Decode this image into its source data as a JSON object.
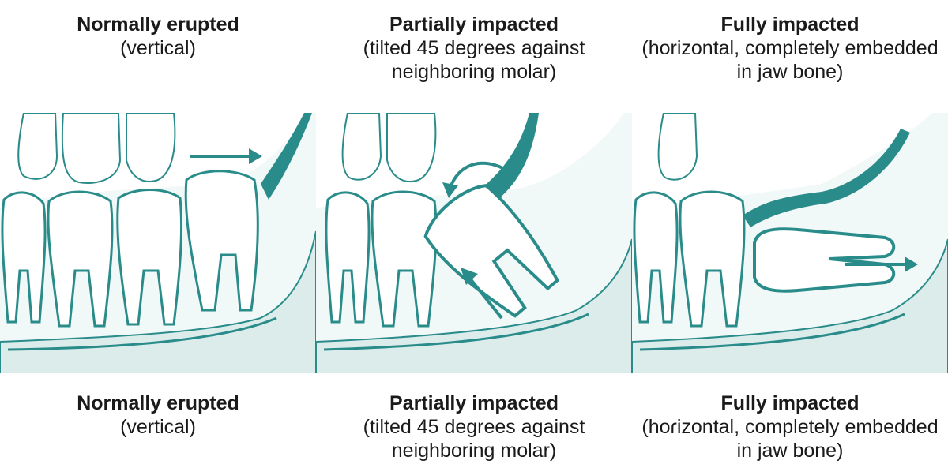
{
  "colors": {
    "outline": "#2a8c8a",
    "outline_dark": "#1f7573",
    "tooth_fill": "#ffffff",
    "tooth_shade": "#e4f2f1",
    "bone": "#dbeceb",
    "bone_light": "#f1f8f8",
    "arrow": "#2a8c8a"
  },
  "panels": [
    {
      "top": {
        "title": "Normally erupted",
        "subtitle": "(vertical)"
      },
      "bottom": {
        "title": "Normally erupted",
        "subtitle": "(vertical)"
      }
    },
    {
      "top": {
        "title": "Partially impacted",
        "subtitle": "(tilted 45 degrees against neighboring molar)"
      },
      "bottom": {
        "title": "Partially impacted",
        "subtitle": "(tilted 45 degrees against neighboring molar)"
      }
    },
    {
      "top": {
        "title": "Fully impacted",
        "subtitle": "(horizontal, completely embedded in jaw bone)"
      },
      "bottom": {
        "title": "Fully impacted",
        "subtitle": "(hoɾizontal, completely embedded in jaw bone)"
      }
    }
  ]
}
